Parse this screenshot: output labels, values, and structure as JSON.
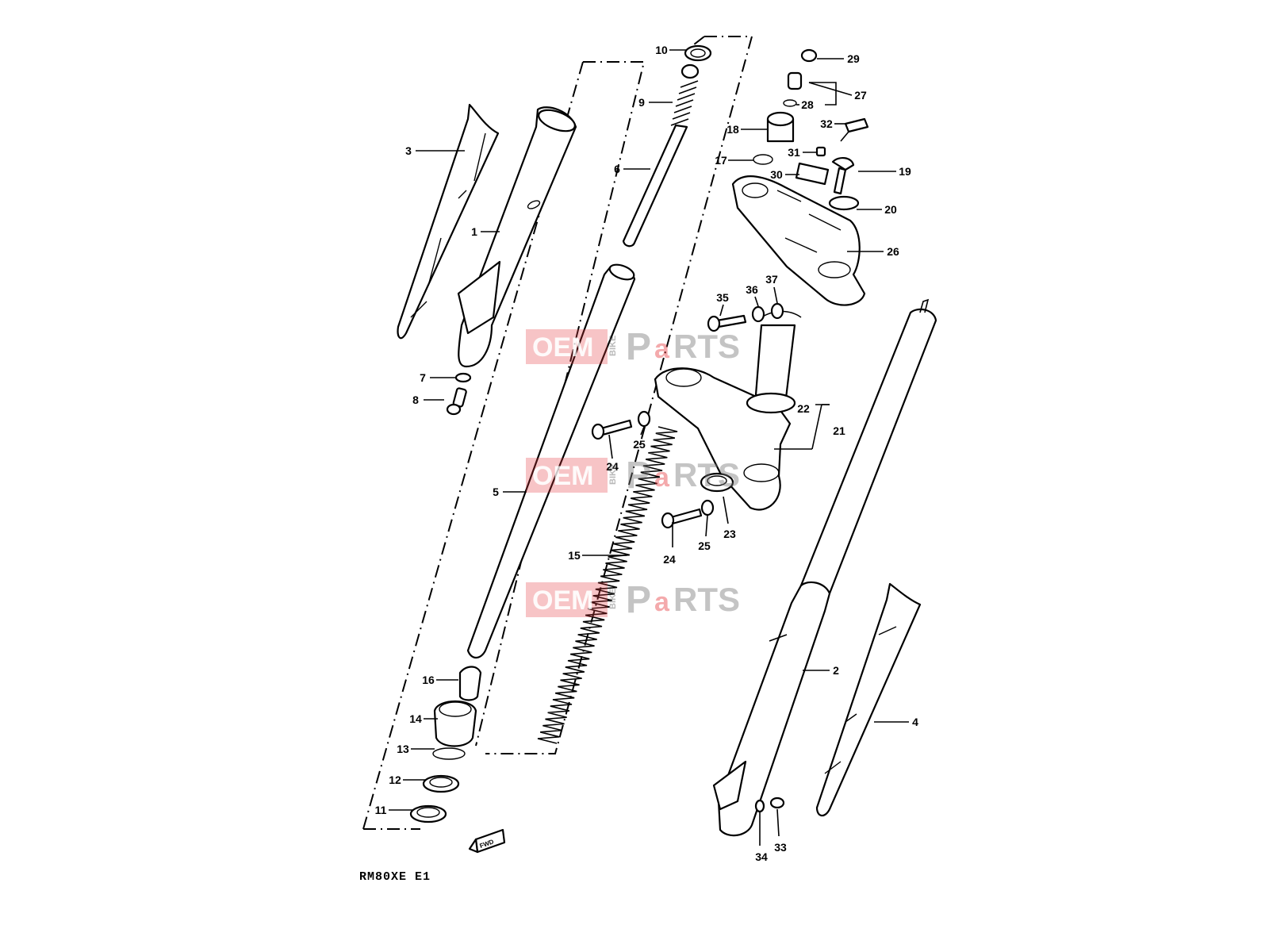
{
  "diagram_code": "RM80XE E1",
  "fwd_mark": "FWD",
  "watermark": {
    "oem": "OEM",
    "bike": "BIKE",
    "pa": "P",
    "a": "a",
    "rts": "RTS",
    "color_red": "#e5393f",
    "color_gray": "#777777"
  },
  "callouts": [
    "1",
    "2",
    "3",
    "4",
    "5",
    "6",
    "7",
    "8",
    "9",
    "10",
    "11",
    "12",
    "13",
    "14",
    "15",
    "16",
    "17",
    "18",
    "19",
    "20",
    "21",
    "22",
    "23",
    "24",
    "24",
    "25",
    "25",
    "26",
    "27",
    "28",
    "29",
    "30",
    "31",
    "32",
    "33",
    "34",
    "35",
    "36",
    "37"
  ]
}
